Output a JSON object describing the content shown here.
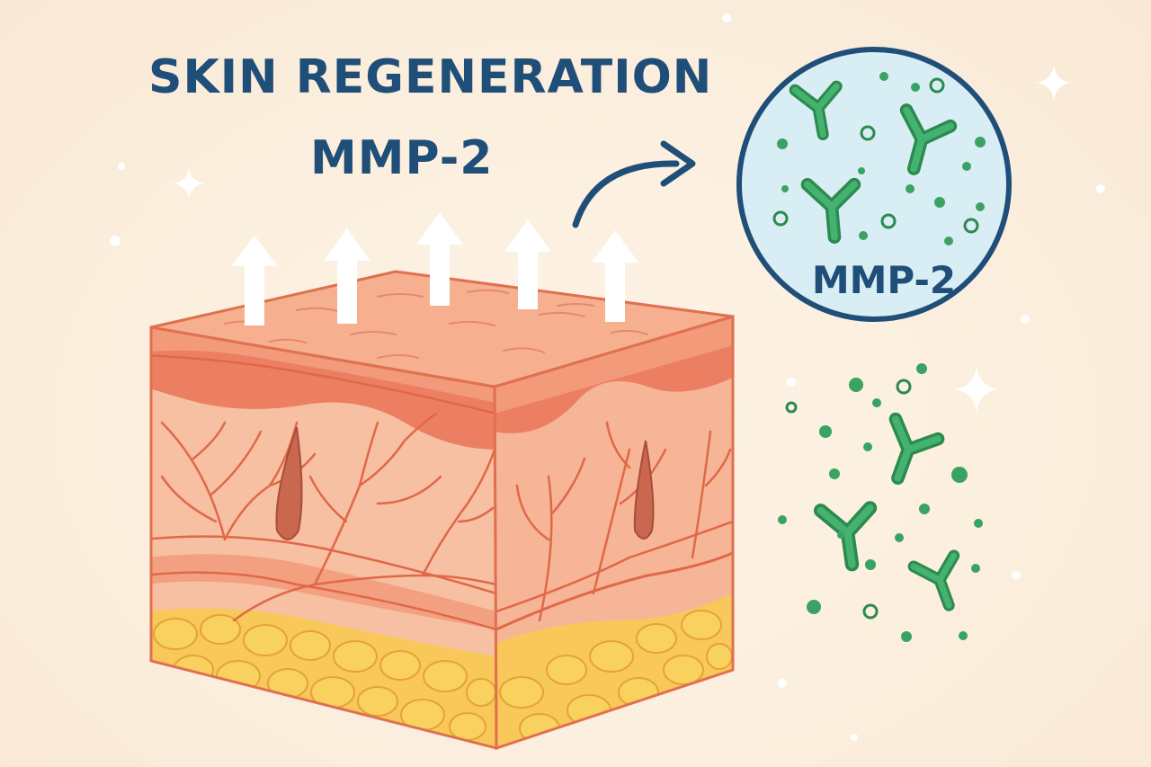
{
  "title": {
    "line1": "SKIN REGENERATION",
    "line2": "MMP-2"
  },
  "zoom_circle": {
    "label": "MMP-2"
  },
  "colors": {
    "background": "#fbeedd",
    "title": "#1f4e79",
    "epidermis": "#f08a6a",
    "dermis": "#f7b999",
    "vessels": "#e06848",
    "fat": "#f8cf5c",
    "enzyme": "#3aa364",
    "circle_fill": "#d9edf4",
    "circle_border": "#1f4e79"
  },
  "icons": [
    "up-arrow-icon",
    "curved-arrow-icon",
    "enzyme-icon",
    "sparkle-icon",
    "hair-follicle-icon"
  ]
}
